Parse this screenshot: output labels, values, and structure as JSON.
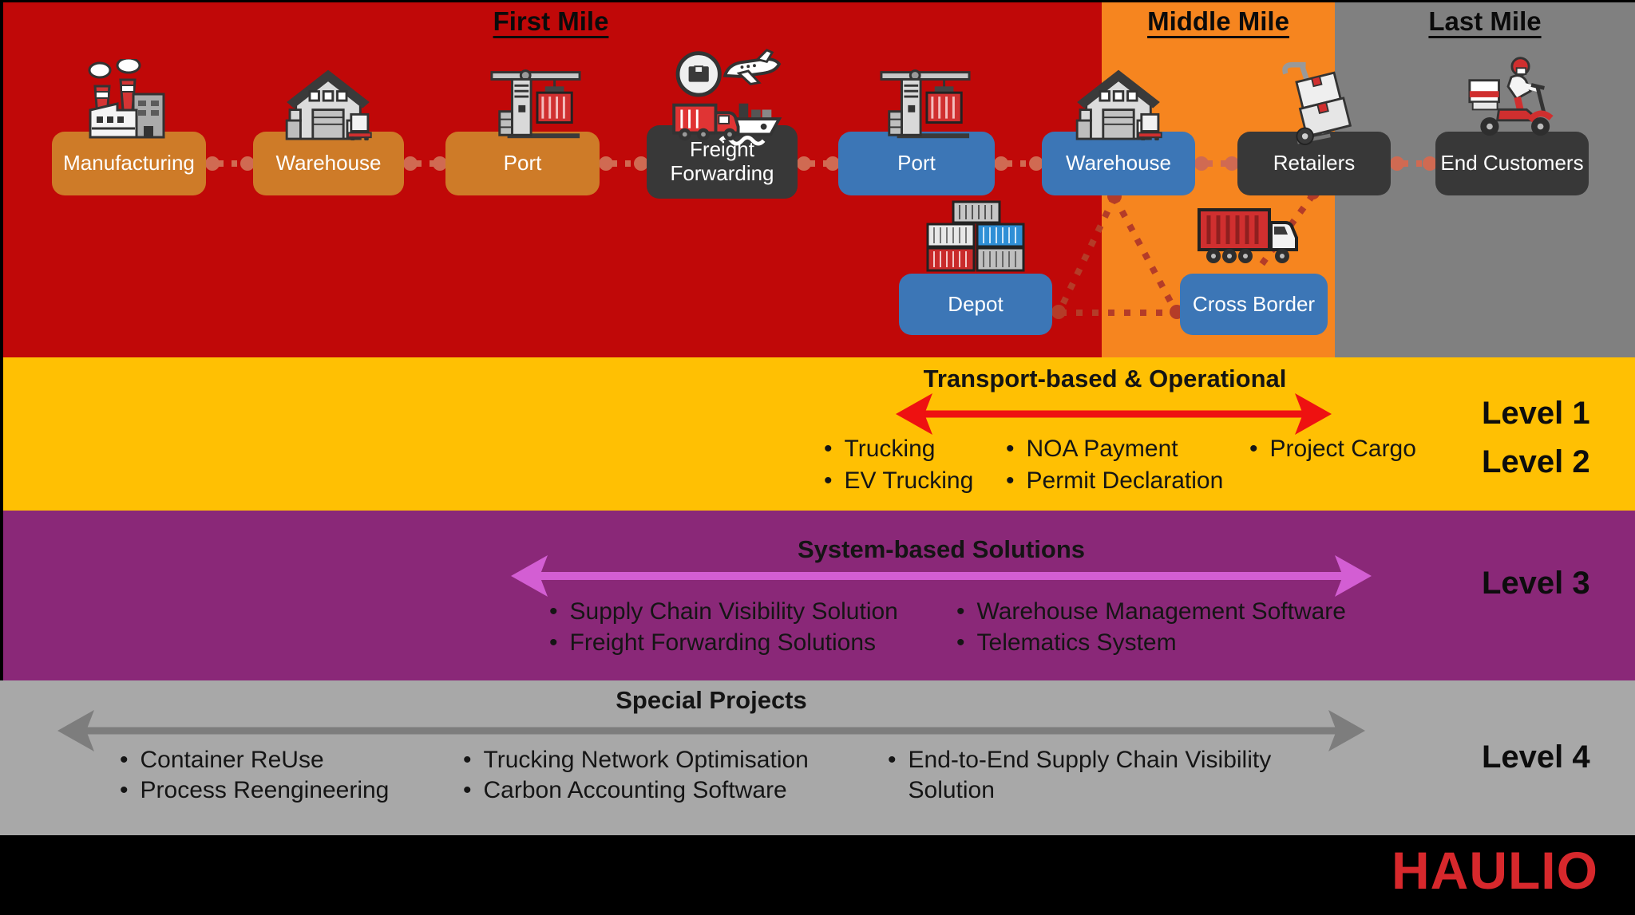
{
  "header": {
    "first_mile": "First Mile",
    "middle_mile": "Middle Mile",
    "last_mile": "Last Mile"
  },
  "chain": {
    "manufacturing": "Manufacturing",
    "warehouse1": "Warehouse",
    "port1": "Port",
    "freight_forwarding": "Freight Forwarding",
    "port2": "Port",
    "warehouse2": "Warehouse",
    "retailers": "Retailers",
    "end_customers": "End Customers",
    "depot": "Depot",
    "cross_border": "Cross Border"
  },
  "level12": {
    "title": "Transport-based & Operational",
    "label_level1": "Level 1",
    "label_level2": "Level 2",
    "items": [
      "Trucking",
      "EV Trucking",
      "NOA Payment",
      "Permit Declaration",
      "Project Cargo"
    ]
  },
  "level3": {
    "title": "System-based Solutions",
    "label": "Level 3",
    "items": [
      "Supply Chain Visibility Solution",
      "Freight Forwarding Solutions",
      "Warehouse Management Software",
      "Telematics System"
    ]
  },
  "level4": {
    "title": "Special Projects",
    "label": "Level 4",
    "items": [
      "Container ReUse",
      "Process Reengineering",
      "Trucking Network Optimisation",
      "Carbon Accounting Software",
      "End-to-End Supply Chain Visibility Solution"
    ]
  },
  "logo": "HAULIO",
  "colors": {
    "first_mile_red": "#C00808",
    "middle_mile_orange": "#F6851F",
    "last_mile_gray": "#808080",
    "level12_yellow": "#FFC003",
    "level3_purple": "#8A2878",
    "level4_gray": "#A8A8A8",
    "node_orange": "#CE7B28",
    "node_blue": "#3C76B6",
    "node_dark": "#383838",
    "arrow_red": "#EE1111",
    "arrow_violet": "#D35ED3",
    "arrow_gray": "#7D7D7D",
    "connector_light": "#D06A52",
    "connector_dark": "#B43C28",
    "logo_red": "#D7282C"
  }
}
